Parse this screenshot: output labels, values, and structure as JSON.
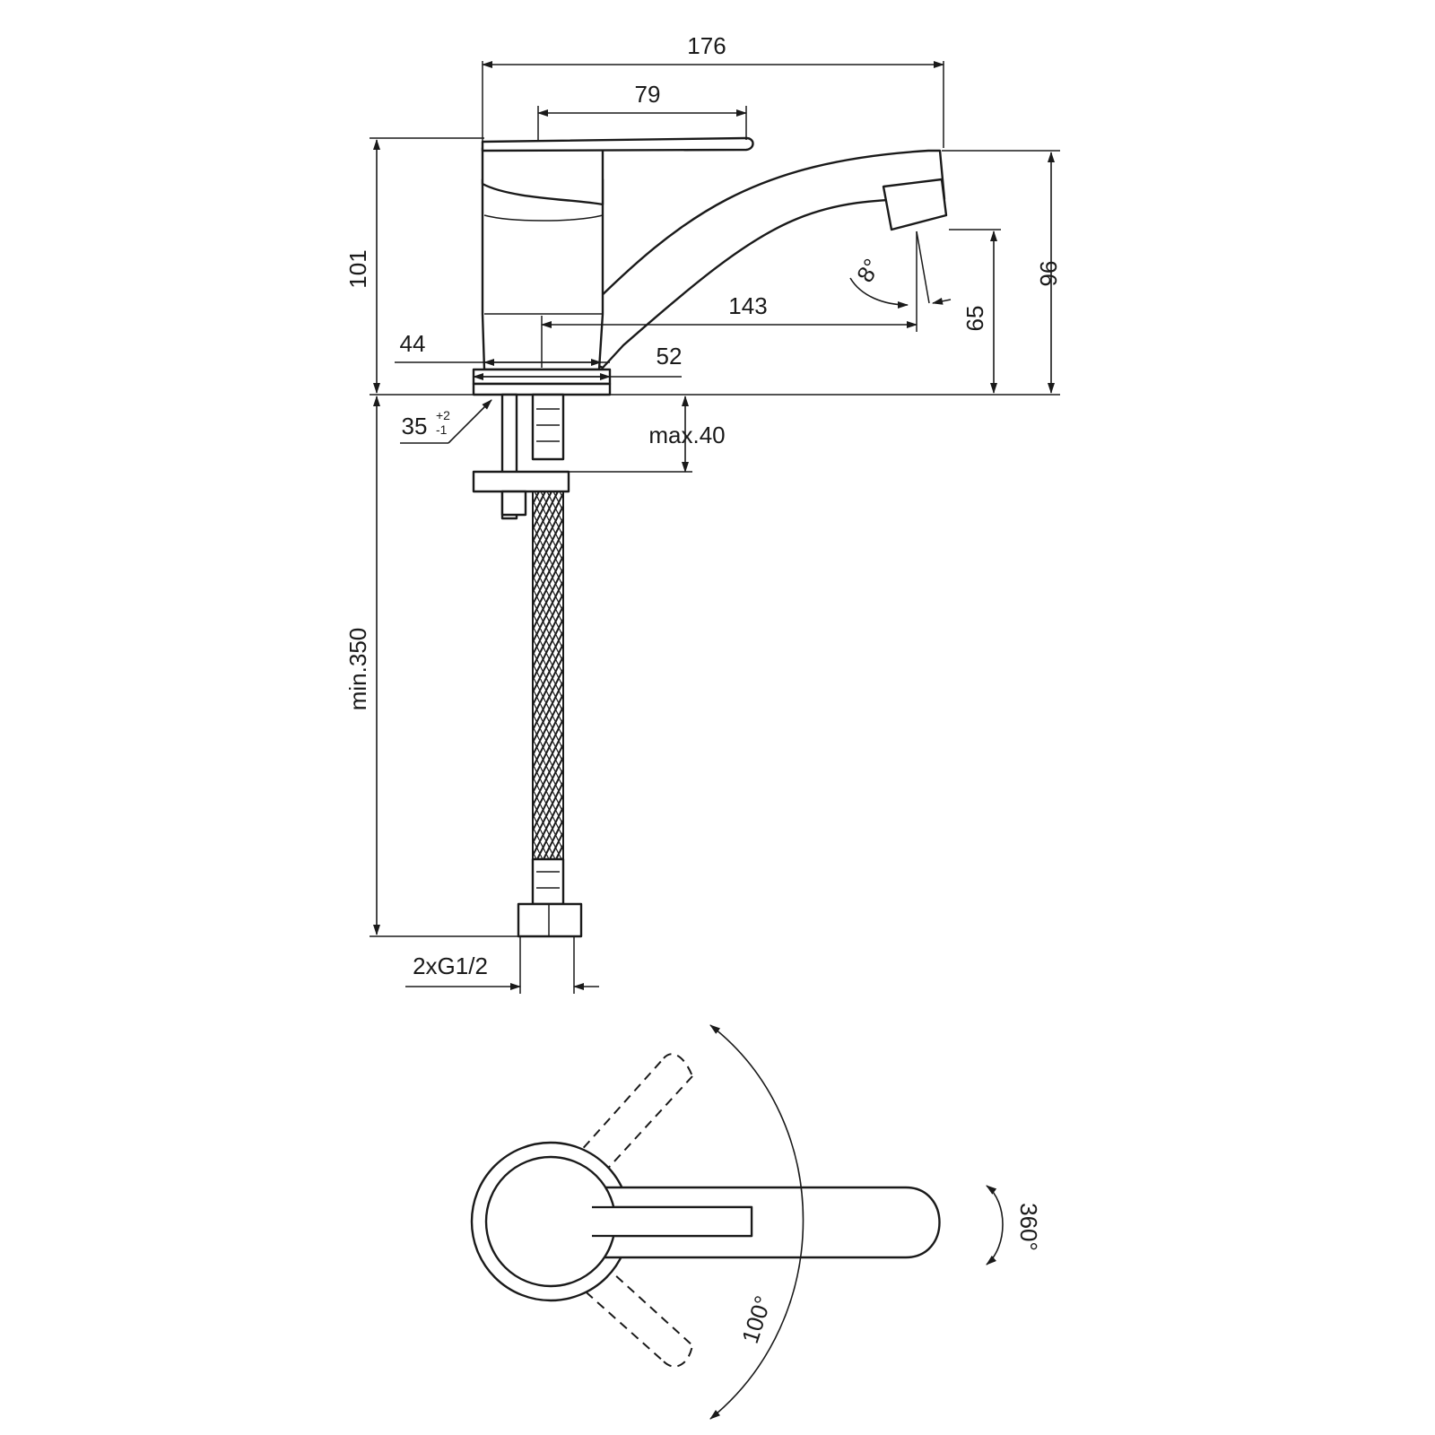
{
  "dimensions": {
    "overall_width": "176",
    "handle_length": "79",
    "total_height": "101",
    "spout_height": "96",
    "outlet_height": "65",
    "spout_reach": "143",
    "base_diameter": "44",
    "flange_diameter": "52",
    "hole_diameter": "35",
    "hole_tol_upper": "+2",
    "hole_tol_lower": "-1",
    "deck_thickness": "max.40",
    "hose_length": "min.350",
    "connection": "2xG1/2",
    "spout_angle": "8°",
    "handle_rotation": "100°",
    "spout_rotation": "360°"
  }
}
